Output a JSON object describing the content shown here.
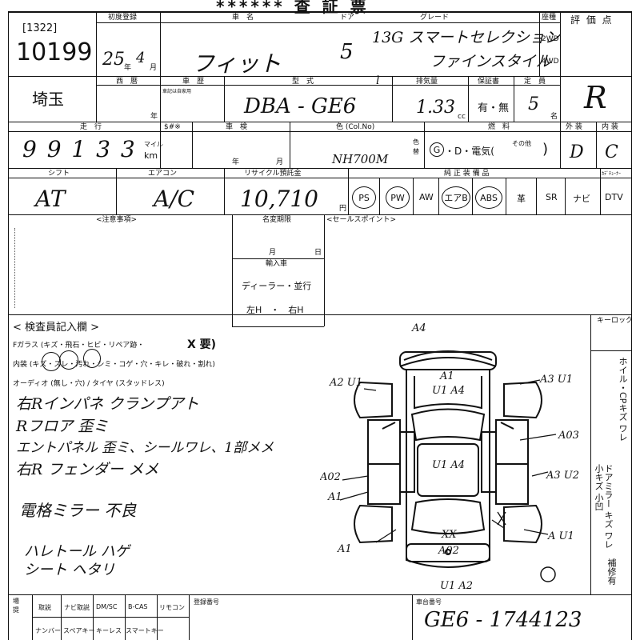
{
  "header_top": "****** 査 証 票",
  "lot": {
    "code": "[1322]",
    "number": "10199"
  },
  "registration": {
    "label": "初度登録",
    "value": "25",
    "year_mark": "年",
    "month": "4",
    "month_mark": "月"
  },
  "car_name": {
    "label": "車　名",
    "value": "フィット"
  },
  "doors": {
    "label": "ドア",
    "value": "5"
  },
  "grade": {
    "label": "グレード",
    "line1": "13G スマートセレクション",
    "line2": "ファインスタイル"
  },
  "drive": {
    "label": "座種",
    "opt1": "2WD",
    "opt2": "4WD"
  },
  "score": {
    "label": "評 価 点",
    "value": "R"
  },
  "region": {
    "value": "埼玉"
  },
  "western_cal": {
    "label": "西　暦",
    "mark": "年"
  },
  "history": {
    "label": "車　歴",
    "note": "車記は自家用"
  },
  "model": {
    "label": "型　式",
    "value": "DBA - GE6",
    "tick": "l"
  },
  "displacement": {
    "label": "排気量",
    "value": "1.33",
    "unit": "cc"
  },
  "warranty": {
    "label": "保証書",
    "value": "有・無"
  },
  "capacity": {
    "label": "定　員",
    "value": "5",
    "unit": "名"
  },
  "mileage": {
    "label": "走　行",
    "value": "9 9 1 3 3",
    "unit_top": "マイル",
    "unit_bottom": "km"
  },
  "sm": {
    "label": "$#※"
  },
  "inspection": {
    "label": "車　検",
    "year": "年",
    "month": "月"
  },
  "color": {
    "label": "色 (Col.No)",
    "value": "NH700M",
    "change_label": "色替"
  },
  "fuel": {
    "label": "燃　料",
    "options": "G・D・電気(　　　その他　　　)",
    "other": "その他",
    "selected": "G"
  },
  "exterior": {
    "label": "外 装",
    "value": "D"
  },
  "interior": {
    "label": "内 装",
    "value": "C"
  },
  "shift": {
    "label": "シフト",
    "value": "AT"
  },
  "aircon": {
    "label": "エアコン",
    "value": "A/C"
  },
  "recycle": {
    "label": "リサイクル預託金",
    "value": "10,710",
    "unit": "円"
  },
  "equipment": {
    "label": "純 正 装 備 品",
    "items": [
      "PS",
      "PW",
      "AW",
      "エアB",
      "ABS",
      "革",
      "SR",
      "ナビ"
    ],
    "circled": [
      "PS",
      "PW",
      "エアB",
      "ABS"
    ],
    "tuner_label": "ｶﾃﾞﾁｭｰﾅｰ",
    "dtv": "DTV"
  },
  "notes": {
    "label": "<注意事項>"
  },
  "name_change": {
    "label": "名変期限",
    "month": "月",
    "day": "日"
  },
  "import": {
    "label": "輸入車",
    "dealer": "ディーラー・並行",
    "steering": "左H　・　右H"
  },
  "sales_point": {
    "label": "<セールスポイント>"
  },
  "inspector": {
    "label": "< 検査員記入欄 >",
    "glass": "Fガラス (キズ・飛石・ヒビ・リペア跡・",
    "glass_need": "X 要)",
    "interior_line": "内装 (キズ・スレ・汚れ・シミ・コゲ・穴・キレ・破れ・割れ)",
    "audio": "オーディオ (無し・穴) / タイヤ (スタッドレス)",
    "hand_notes": [
      "右Rインパネ クランプアト",
      "Rフロア 歪ミ",
      "エントパネル 歪ミ、シールワレ、1部メメ",
      "右R フェンダー メメ",
      "電格ミラー 不良",
      "ハレトール ハゲ",
      "シート ヘタリ"
    ]
  },
  "keylock": {
    "label": "キーロック"
  },
  "side_legend": {
    "col1": "ホイル・CPキズ ワレ",
    "col2": "ドアミラー キズ ワレ",
    "col3": "小キズ 小凹",
    "col4": "補修有"
  },
  "diagram": {
    "labels": [
      "A4",
      "A1",
      "U1 A4",
      "A2 U1",
      "A3 U1",
      "A03",
      "U1 A4",
      "A02",
      "A1",
      "A3 U2",
      "A1",
      "XX",
      "A U1",
      "A02",
      "U1 A2"
    ]
  },
  "bottom": {
    "items_row1": [
      "取説",
      "ナビ取説",
      "DM/SC",
      "B-CAS",
      "リモコン"
    ],
    "items_row2": [
      "ナンバー",
      "スペアキー",
      "キーレス",
      "スマートキー"
    ],
    "reg_label": "登録番号",
    "chassis_label": "車台番号",
    "chassis_value": "GE6 - 1744123",
    "side_label": "場提"
  }
}
